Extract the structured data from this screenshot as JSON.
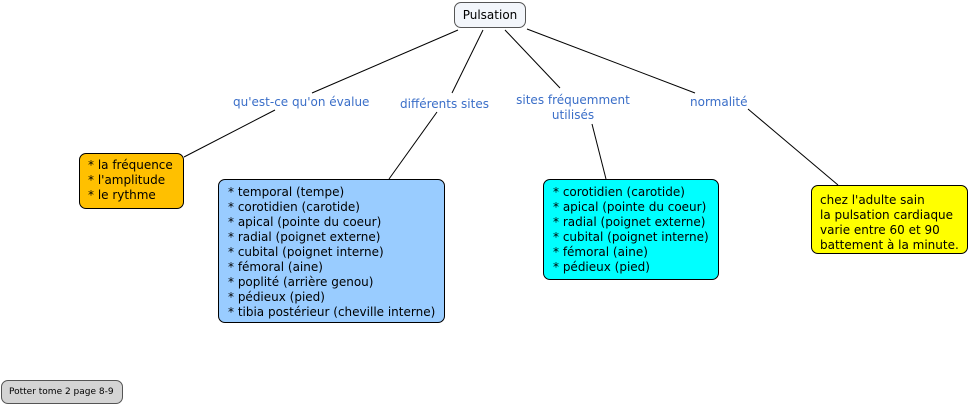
{
  "root": {
    "title": "Pulsation"
  },
  "branches": [
    {
      "label": "qu'est-ce qu'on évalue",
      "items": [
        "* la fréquence",
        "* l'amplitude",
        "* le rythme"
      ]
    },
    {
      "label": "différents sites",
      "items": [
        "* temporal (tempe)",
        "* corotidien (carotide)",
        "* apical (pointe du coeur)",
        "* radial (poignet externe)",
        "* cubital (poignet interne)",
        "* fémoral (aine)",
        "* poplité (arrière genou)",
        "* pédieux (pied)",
        "* tibia postérieur (cheville interne)"
      ]
    },
    {
      "label_lines": [
        "sites fréquemment",
        "utilisés"
      ],
      "items": [
        "* corotidien (carotide)",
        "* apical (pointe du coeur)",
        "* radial (poignet externe)",
        "* cubital (poignet interne)",
        "* fémoral (aine)",
        "* pédieux (pied)"
      ]
    },
    {
      "label": "normalité",
      "items": [
        "chez l'adulte  sain",
        "la pulsation cardiaque",
        "varie entre 60 et 90",
        "battement à la minute."
      ]
    }
  ],
  "reference": "Potter tome 2 page 8-9",
  "colors": {
    "label_text": "#3a6ec8",
    "box_orange": "#ffc000",
    "box_blue": "#99ccff",
    "box_cyan": "#00ffff",
    "box_yellow": "#ffff00",
    "reference_box": "#d4d4d4"
  }
}
